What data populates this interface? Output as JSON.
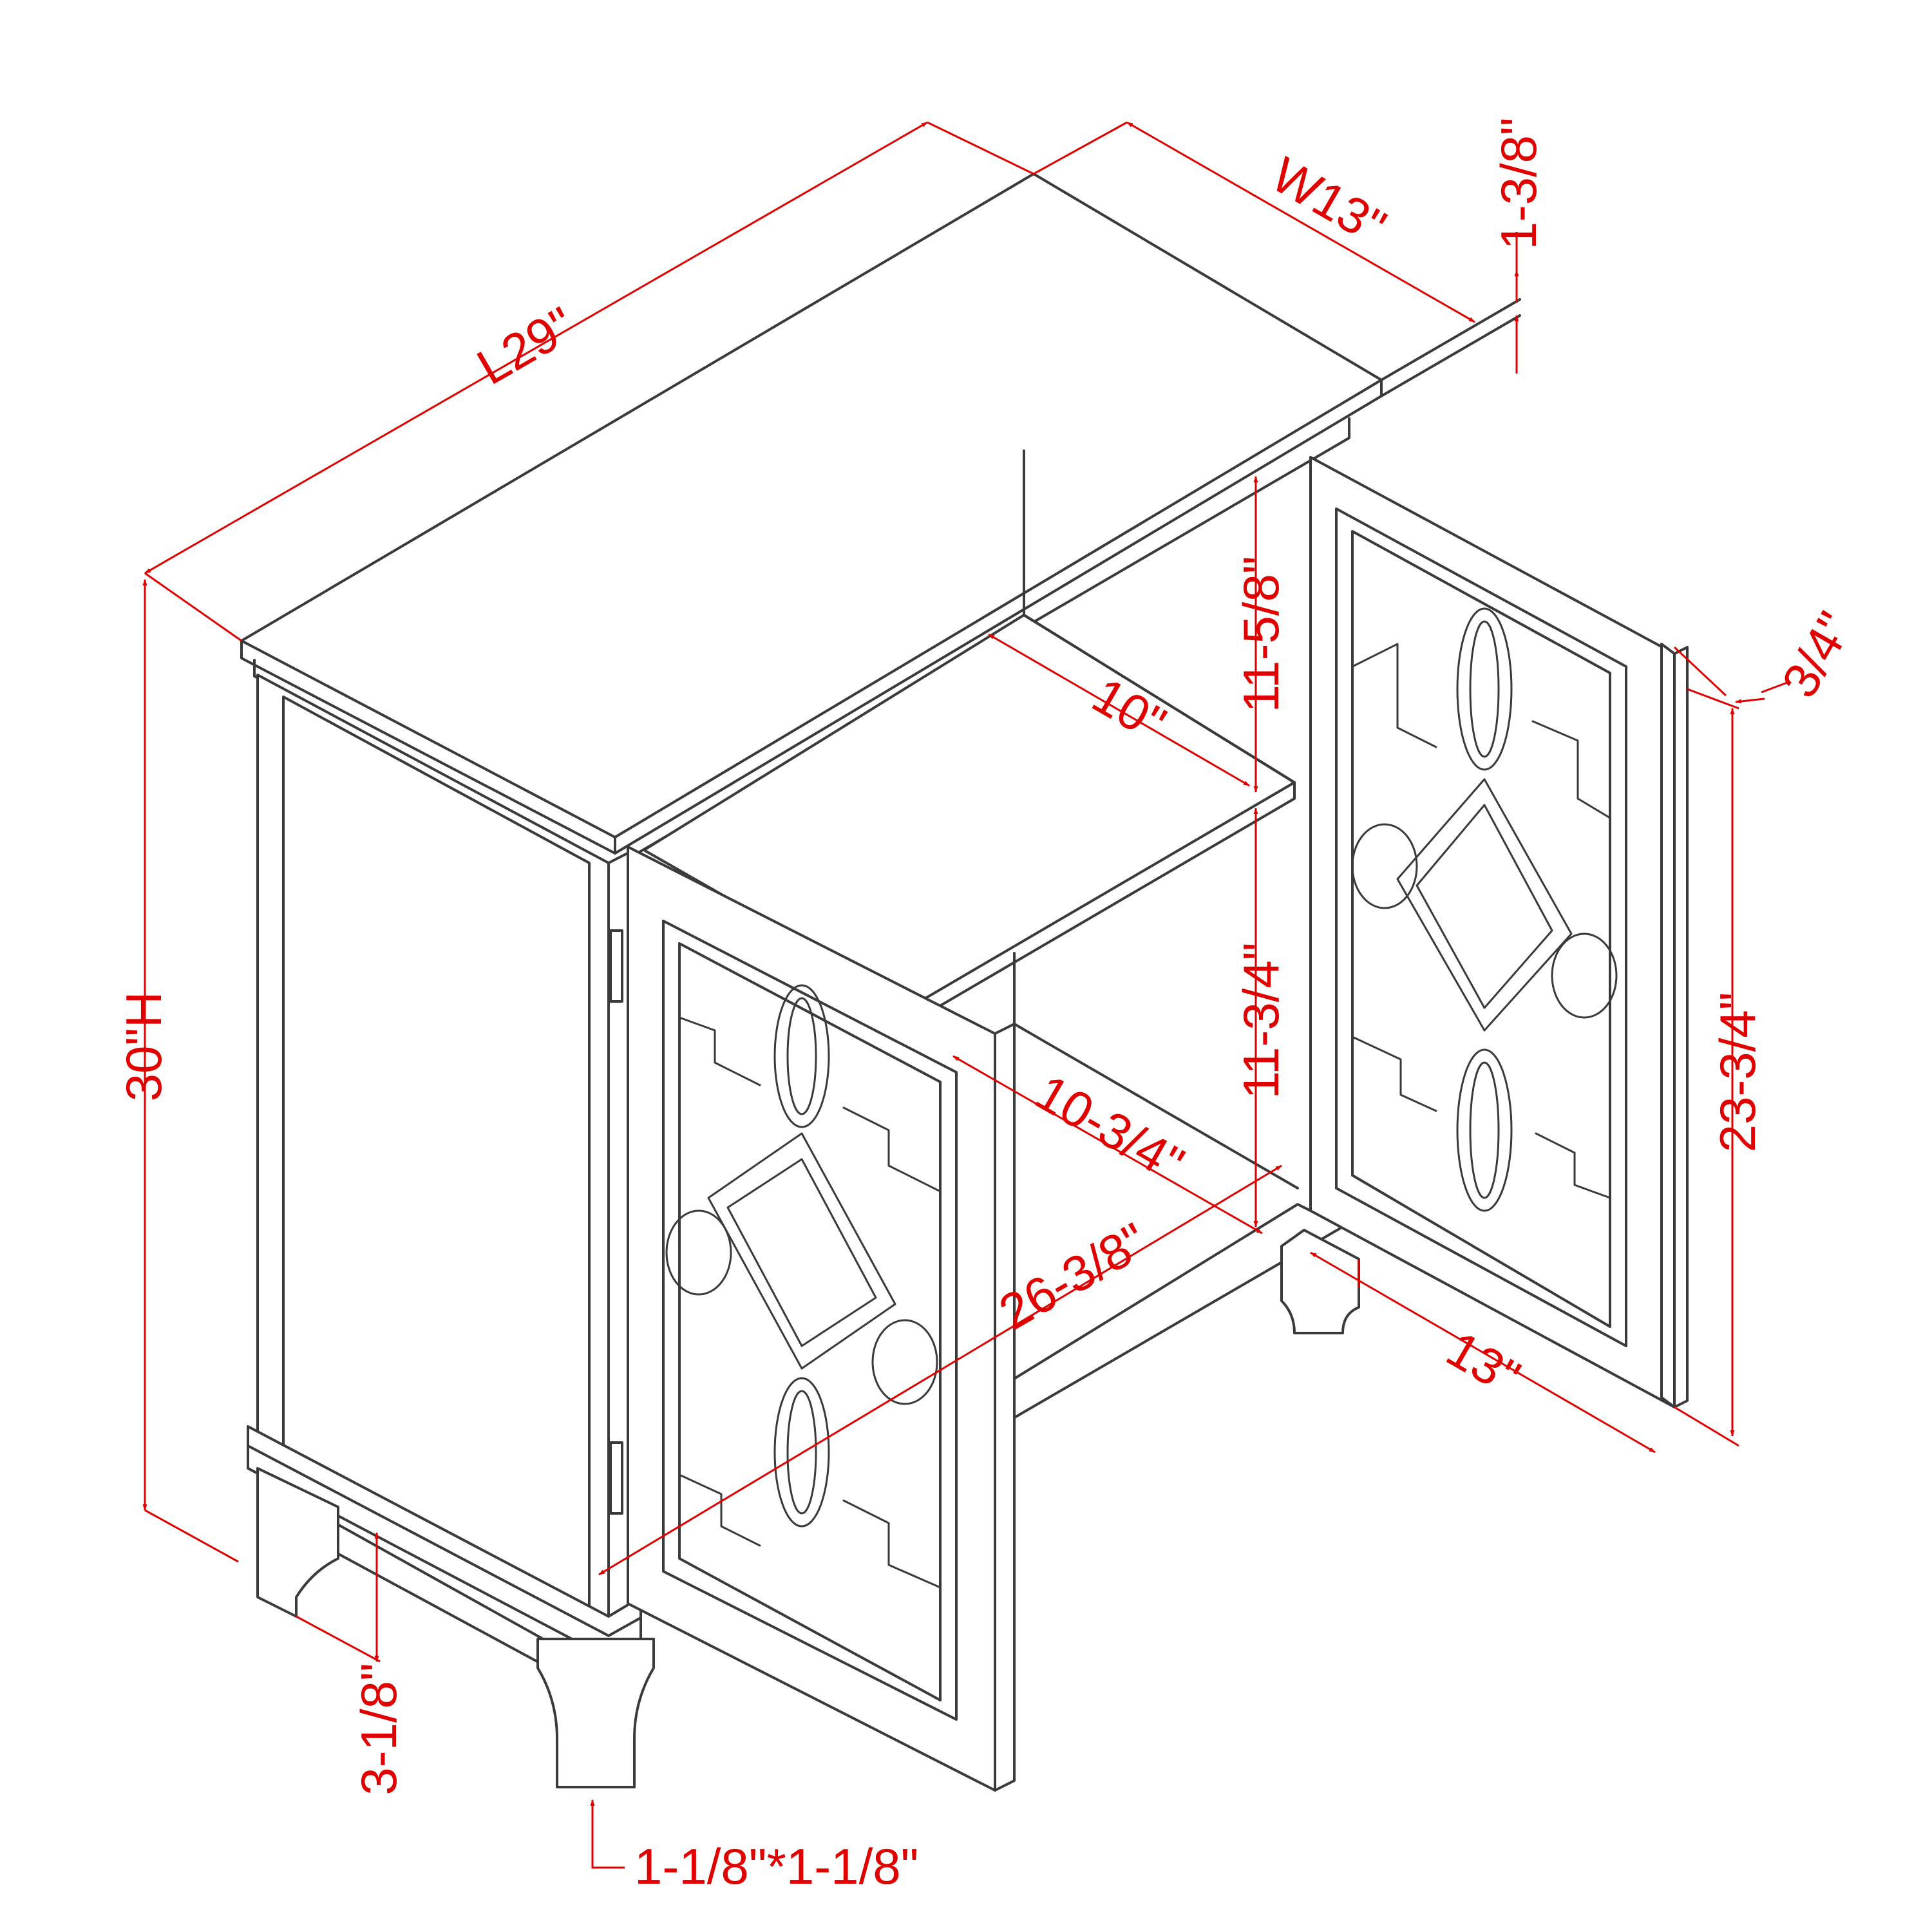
{
  "diagram": {
    "accent_color": "#e00000",
    "line_color": "#3a3a3a",
    "dimensions": {
      "length": "L29\"",
      "width_top": "W13\"",
      "top_thickness": "1-3/8\"",
      "height": "30\"H",
      "upper_opening": "11-5/8\"",
      "shelf_depth": "10\"",
      "door_thickness": "3/4\"",
      "lower_opening": "11-3/4\"",
      "door_height": "23-3/4\"",
      "interior_depth": "10-3/4\"",
      "interior_width": "26-3/8\"",
      "door_width": "13\"",
      "leg_height": "3-1/8\"",
      "leg_size": "1-1/8\"*1-1/8\""
    }
  }
}
